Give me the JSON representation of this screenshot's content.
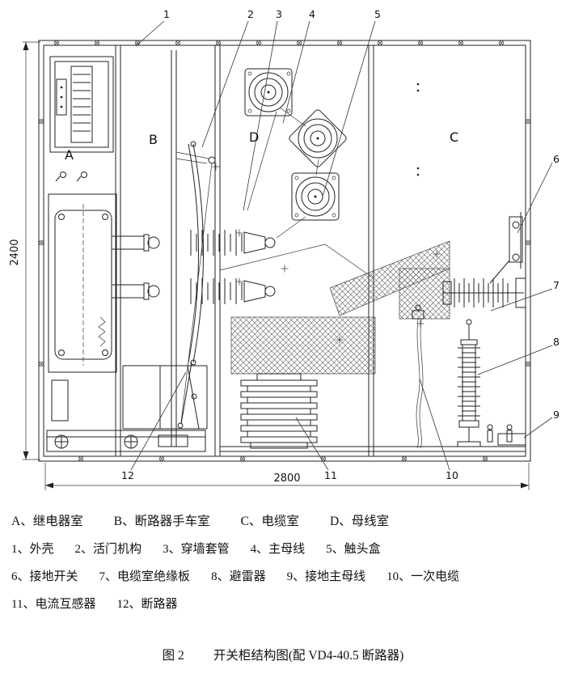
{
  "drawing": {
    "rooms": [
      "A",
      "B",
      "D",
      "C"
    ],
    "callouts": [
      "1",
      "2",
      "3",
      "4",
      "5",
      "6",
      "7",
      "8",
      "9",
      "10",
      "11",
      "12"
    ],
    "dim_height": "2400",
    "dim_width": "2800",
    "line_color": "#222222"
  },
  "legend": {
    "compartments": [
      {
        "key": "A、",
        "label": "继电器室"
      },
      {
        "key": "B、",
        "label": "断路器手车室"
      },
      {
        "key": "C、",
        "label": "电缆室"
      },
      {
        "key": "D、",
        "label": "母线室"
      }
    ],
    "parts": [
      {
        "key": "1、",
        "label": "外壳"
      },
      {
        "key": "2、",
        "label": "活门机构"
      },
      {
        "key": "3、",
        "label": "穿墙套管"
      },
      {
        "key": "4、",
        "label": "主母线"
      },
      {
        "key": "5、",
        "label": "触头盒"
      },
      {
        "key": "6、",
        "label": "接地开关"
      },
      {
        "key": "7、",
        "label": "电缆室绝缘板"
      },
      {
        "key": "8、",
        "label": "避雷器"
      },
      {
        "key": "9、",
        "label": "接地主母线"
      },
      {
        "key": "10、",
        "label": "一次电缆"
      },
      {
        "key": "11、",
        "label": "电流互感器"
      },
      {
        "key": "12、",
        "label": "断路器"
      }
    ]
  },
  "caption": {
    "figure": "图 2",
    "title": "开关柜结构图(配 VD4-40.5 断路器)"
  }
}
